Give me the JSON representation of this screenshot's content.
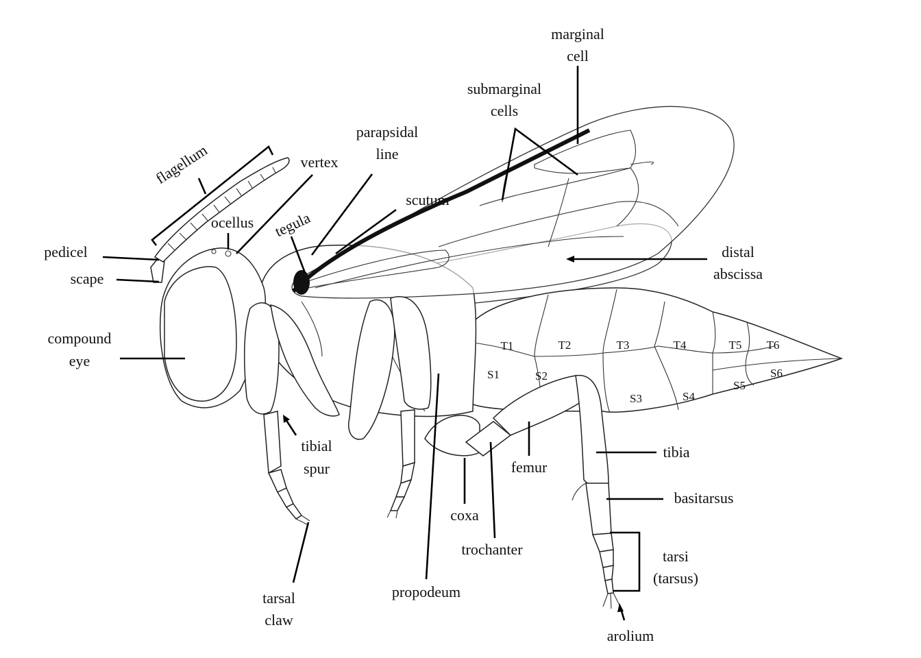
{
  "labels": {
    "marginal_cell": [
      "marginal",
      "cell"
    ],
    "submarginal_cells": [
      "submarginal",
      "cells"
    ],
    "flagellum": "flagellum",
    "vertex": "vertex",
    "parapsidal_line": [
      "parapsidal",
      "line"
    ],
    "scutum": "scutum",
    "ocellus": "ocellus",
    "tegula": "tegula",
    "pedicel": "pedicel",
    "scape": "scape",
    "compound_eye": [
      "compound",
      "eye"
    ],
    "distal_abscissa": [
      "distal",
      "abscissa"
    ],
    "tibial_spur": [
      "tibial",
      "spur"
    ],
    "tarsal_claw": [
      "tarsal",
      "claw"
    ],
    "propodeum": "propodeum",
    "coxa": "coxa",
    "trochanter": "trochanter",
    "femur": "femur",
    "tibia": "tibia",
    "basitarsus": "basitarsus",
    "tarsi": [
      "tarsi",
      "(tarsus)"
    ],
    "arolium": "arolium"
  },
  "terga": [
    "T1",
    "T2",
    "T3",
    "T4",
    "T5",
    "T6"
  ],
  "sterna": [
    "S1",
    "S2",
    "S3",
    "S4",
    "S5",
    "S6"
  ]
}
